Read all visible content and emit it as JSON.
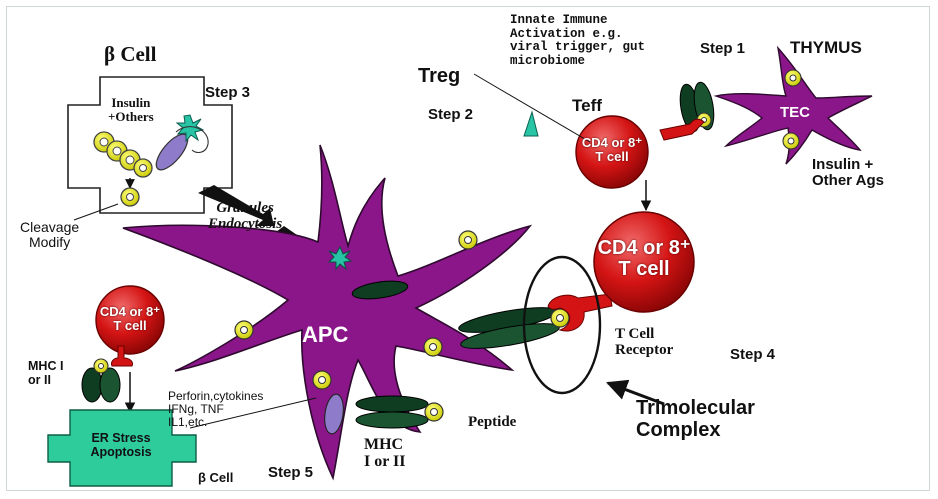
{
  "beta_cell_top": {
    "title": "β Cell",
    "step": "Step 3",
    "content": "Insulin\n+Others",
    "cleavage": "Cleavage\nModify"
  },
  "granules": "Granules\nEndocytosis",
  "innate": "Innate Immune\nActivation e.g.\nviral trigger, gut\nmicrobiome",
  "thymus": {
    "step": "Step 1",
    "title": "THYMUS",
    "tec": "TEC",
    "ags": "Insulin +\nOther Ags"
  },
  "treg": "Treg",
  "step2": "Step 2",
  "teff": "Teff",
  "t_cell_small": "CD4 or 8⁺\nT cell",
  "t_cell_large": "CD4 or 8⁺\nT cell",
  "t_cell_left": "CD4 or 8⁺\nT cell",
  "apc": "APC",
  "tcr": "T Cell\nReceptor",
  "step4": "Step 4",
  "trimolecular": "Trimolecular\nComplex",
  "peptide": "Peptide",
  "mhc_bottom": "MHC\nI or II",
  "mhc_left": "MHC I\nor II",
  "perforin": "Perforin,cytokines\nIFNg, TNF\nIL1,etc.",
  "er_stress": "ER Stress\nApoptosis",
  "beta_cell_bottom": "β Cell",
  "step5": "Step 5",
  "colors": {
    "apc": "#8a168a",
    "t_cell": "#d41414",
    "mhc": "#0f3d22",
    "granule": "#e8e800",
    "er_box": "#2ecb9b",
    "accent_star": "#27c5a6"
  }
}
